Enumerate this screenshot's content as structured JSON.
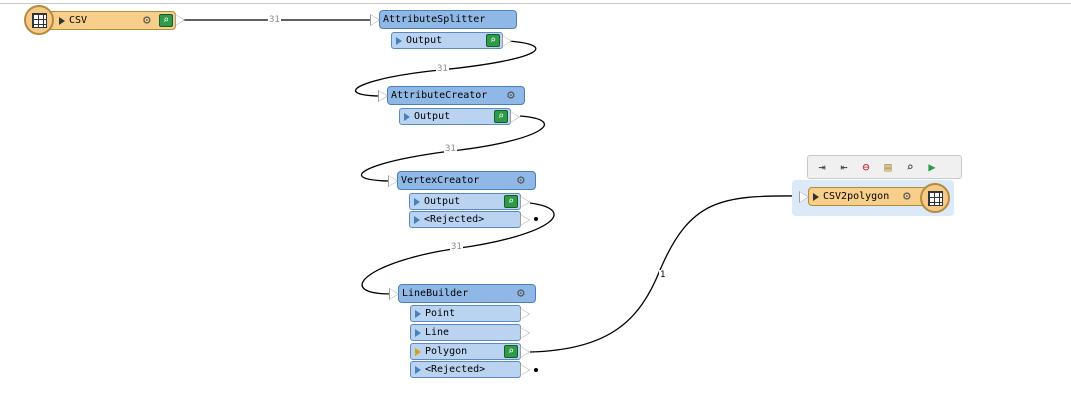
{
  "canvas": {
    "background": "#ffffff"
  },
  "colors": {
    "transformer": "#8fb8e6",
    "port": "#b9d3f1",
    "reader": "#f8cf8a",
    "inspect": "#2f9a4a"
  },
  "reader": {
    "name": "CSV",
    "icon": "table-icon"
  },
  "writer": {
    "name": "CSV2polygon",
    "icon": "table-icon"
  },
  "transformers": {
    "attribute_splitter": {
      "name": "AttributeSplitter",
      "ports": [
        "Output"
      ]
    },
    "attribute_creator": {
      "name": "AttributeCreator",
      "ports": [
        "Output"
      ]
    },
    "vertex_creator": {
      "name": "VertexCreator",
      "ports": [
        "Output",
        "<Rejected>"
      ]
    },
    "line_builder": {
      "name": "LineBuilder",
      "ports": [
        "Point",
        "Line",
        "Polygon",
        "<Rejected>"
      ]
    }
  },
  "connections": {
    "csv_to_splitter": "31",
    "splitter_to_creator": "31",
    "creator_to_vertex": "31",
    "vertex_to_line": "31",
    "polygon_to_writer": "1"
  },
  "toolbar": {
    "icons": [
      "add-reader-icon",
      "add-writer-icon",
      "remove-writer-icon",
      "feature-types-icon",
      "inspect-icon",
      "run-to-icon"
    ]
  }
}
